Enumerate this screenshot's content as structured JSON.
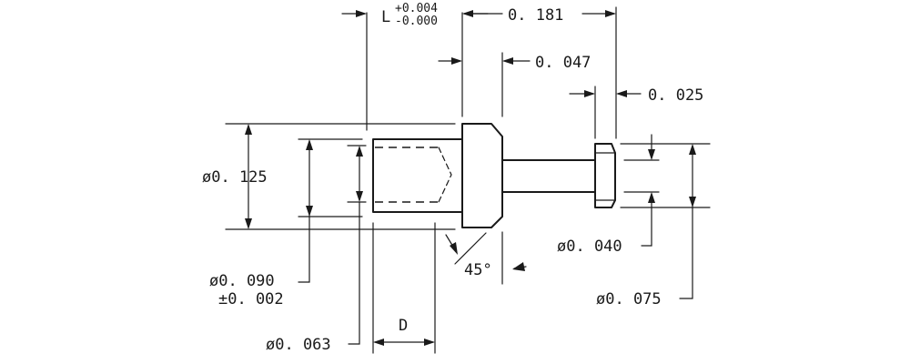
{
  "dimensions": {
    "length_label": "L",
    "length_tol_plus": "+0.004",
    "length_tol_minus": "-0.000",
    "overall_length": "0. 181",
    "head_thickness": "0. 047",
    "groove_width": "0. 025",
    "head_diameter": "ø0. 125",
    "bore_diameter": "ø0. 090",
    "bore_tolerance": "±0. 002",
    "drill_diameter": "ø0. 063",
    "depth_label": "D",
    "chamfer_angle": "45°",
    "groove_diameter": "ø0. 040",
    "pin_diameter": "ø0. 075"
  }
}
